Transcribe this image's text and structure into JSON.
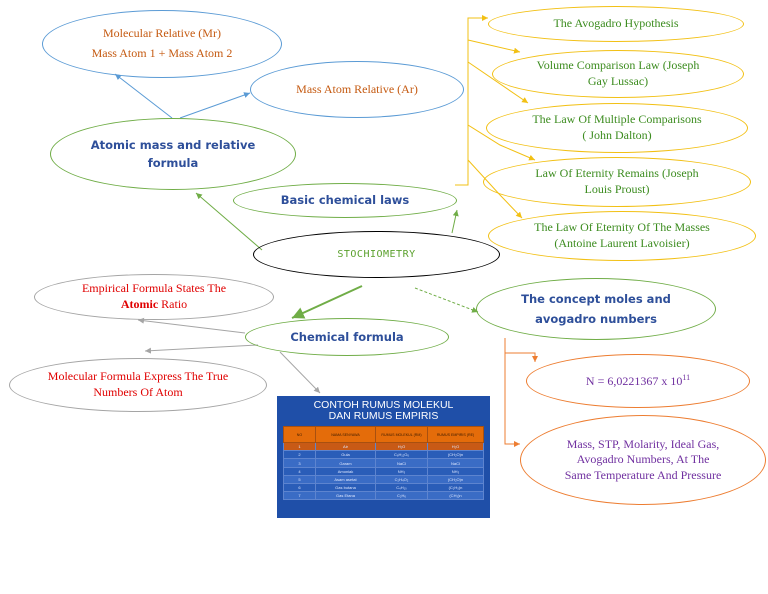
{
  "nodes": {
    "molecular_relative": {
      "line1": "Molecular Relative (Mr)",
      "line2": "Mass Atom 1 + Mass Atom 2"
    },
    "mass_atom_relative": {
      "text": "Mass Atom Relative (Ar)"
    },
    "atomic_mass": {
      "line1": "Atomic mass and relative",
      "line2": "formula"
    },
    "basic_laws": {
      "text": "Basic chemical laws"
    },
    "stoichiometry": {
      "text": "STOCHIOMETRY"
    },
    "avogadro_hypothesis": {
      "text": "The Avogadro Hypothesis"
    },
    "volume_comparison": {
      "line1": "Volume Comparison Law (Joseph",
      "line2": "Gay Lussac)"
    },
    "multiple_comparisons": {
      "line1": "The Law Of Multiple Comparisons",
      "line2": "( John Dalton)"
    },
    "eternity_remains": {
      "line1": "Law Of Eternity Remains (Joseph",
      "line2": "Louis Proust)"
    },
    "eternity_masses": {
      "line1": "The Law Of Eternity Of The Masses",
      "line2": "(Antoine Laurent Lavoisier)"
    },
    "empirical": {
      "line1": "Empirical Formula States The",
      "line2_bold": "Atomic",
      "line2_rest": " Ratio"
    },
    "chemical_formula": {
      "text": "Chemical formula"
    },
    "concept_moles": {
      "line1": "The concept moles and",
      "line2": "avogadro numbers"
    },
    "molecular_formula": {
      "line1": "Molecular Formula Express The True",
      "line2": "Numbers Of Atom"
    },
    "avogadro_number": {
      "text": "N = 6,0221367 x 10",
      "sup": "11"
    },
    "mass_stp": {
      "line1": "Mass, STP, Molarity, Ideal Gas,",
      "line2": "Avogadro Numbers, At The",
      "line3": "Same Temperature And Pressure"
    }
  },
  "table_image": {
    "title_line1": "CONTOH RUMUS MOLEKUL",
    "title_line2": "DAN RUMUS EMPIRIS",
    "headers": [
      "NO",
      "NAMA SENYAWA",
      "RUMUS MOLEKUL (RM)",
      "RUMUS EMPIRIS (RE)"
    ],
    "rows": [
      [
        "1",
        "Air",
        "H₂O",
        "H₂O"
      ],
      [
        "2",
        "Gula",
        "C₆H₁₂O₆",
        "(CH₂O)n"
      ],
      [
        "3",
        "Garam",
        "NaCl",
        "NaCl"
      ],
      [
        "4",
        "Amoniak",
        "NH₃",
        "NH₃"
      ],
      [
        "5",
        "Asam asetat",
        "C₂H₄O₂",
        "(CH₂O)n"
      ],
      [
        "6",
        "Gas butana",
        "C₄H₁₀",
        "(C₂H₅)n"
      ],
      [
        "7",
        "Gas Etana",
        "C₂H₆",
        "(CH₃)n"
      ]
    ]
  },
  "colors": {
    "blue": "#5b9bd5",
    "green": "#70ad47",
    "yellow": "#f2c014",
    "orange": "#ed7d31",
    "gray": "#a5a5a5",
    "heading": "#2e4f9a"
  }
}
